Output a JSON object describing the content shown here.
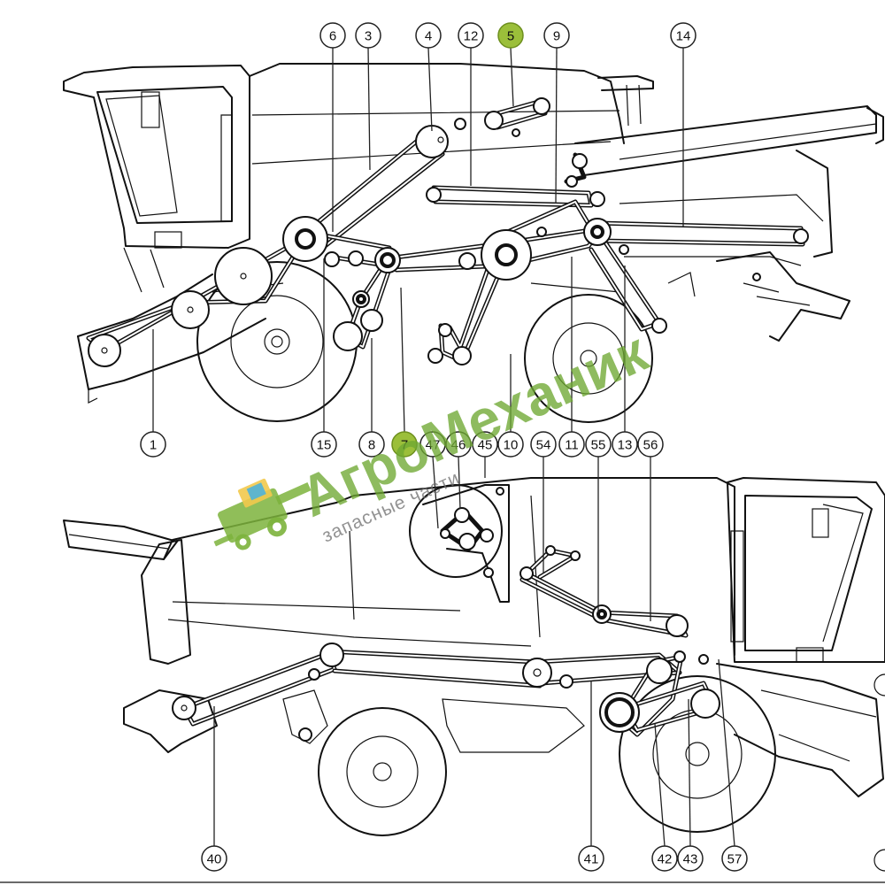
{
  "diagram": {
    "callouts_top": [
      {
        "id": "c1",
        "label": "1",
        "highlight": false
      },
      {
        "id": "c3",
        "label": "3",
        "highlight": false
      },
      {
        "id": "c4",
        "label": "4",
        "highlight": false
      },
      {
        "id": "c5",
        "label": "5",
        "highlight": true
      },
      {
        "id": "c6",
        "label": "6",
        "highlight": false
      },
      {
        "id": "c7",
        "label": "7",
        "highlight": true
      },
      {
        "id": "c8",
        "label": "8",
        "highlight": false
      },
      {
        "id": "c9",
        "label": "9",
        "highlight": false
      },
      {
        "id": "c10",
        "label": "10",
        "highlight": false
      },
      {
        "id": "c11",
        "label": "11",
        "highlight": false
      },
      {
        "id": "c12",
        "label": "12",
        "highlight": false
      },
      {
        "id": "c13",
        "label": "13",
        "highlight": false
      },
      {
        "id": "c14",
        "label": "14",
        "highlight": false
      },
      {
        "id": "c15",
        "label": "15",
        "highlight": false
      }
    ],
    "callouts_bottom": [
      {
        "id": "c40",
        "label": "40",
        "highlight": false
      },
      {
        "id": "c41",
        "label": "41",
        "highlight": false
      },
      {
        "id": "c42",
        "label": "42",
        "highlight": false
      },
      {
        "id": "c43",
        "label": "43",
        "highlight": false
      },
      {
        "id": "c45",
        "label": "45",
        "highlight": false
      },
      {
        "id": "c46",
        "label": "46",
        "highlight": false
      },
      {
        "id": "c47",
        "label": "47",
        "highlight": false
      },
      {
        "id": "c54",
        "label": "54",
        "highlight": false
      },
      {
        "id": "c55",
        "label": "55",
        "highlight": false
      },
      {
        "id": "c56",
        "label": "56",
        "highlight": false
      },
      {
        "id": "c57",
        "label": "57",
        "highlight": false
      }
    ]
  },
  "watermark": {
    "title": "АгроМеханик",
    "subtitle": "запасные части",
    "logo_icon": "combine-harvester-icon"
  },
  "colors": {
    "highlight": "#9bbf3a",
    "watermark_green": "#6ea832",
    "line": "#111111"
  }
}
